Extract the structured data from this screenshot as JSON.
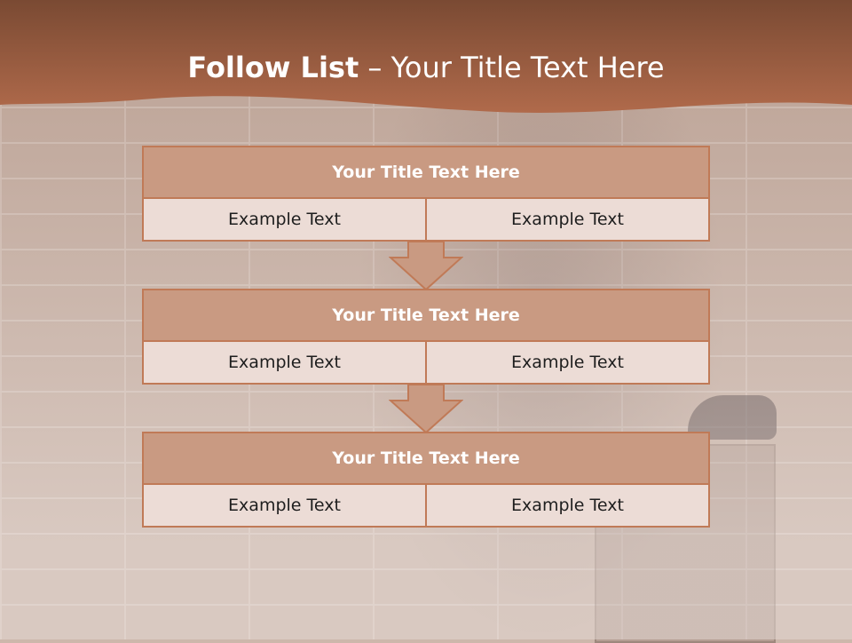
{
  "header": {
    "title_bold": "Follow List",
    "title_rest": " – Your Title Text Here"
  },
  "blocks": [
    {
      "title": "Your Title Text Here",
      "left": "Example Text",
      "right": "Example Text"
    },
    {
      "title": "Your Title Text Here",
      "left": "Example Text",
      "right": "Example Text"
    },
    {
      "title": "Your Title Text Here",
      "left": "Example Text",
      "right": "Example Text"
    }
  ],
  "colors": {
    "header_band": "#a8674a",
    "block_title_fill": "#c99a82",
    "block_cell_fill": "#ecdcd6",
    "block_border": "#c07a57"
  },
  "icons": [
    "down-arrow-icon",
    "down-arrow-icon"
  ]
}
